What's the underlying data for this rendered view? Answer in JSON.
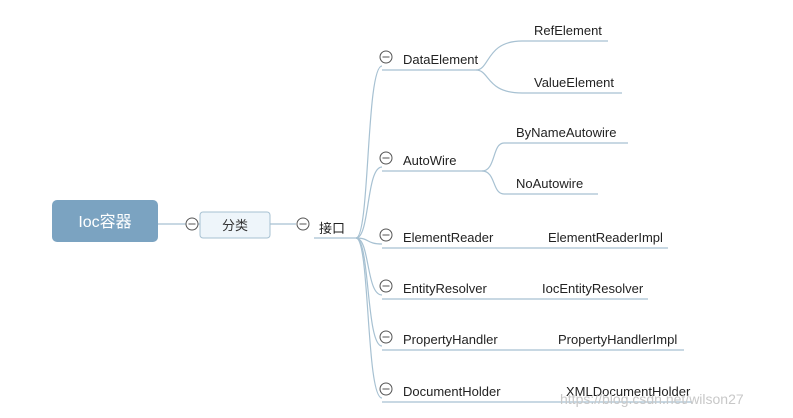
{
  "root": {
    "label": "Ioc容器",
    "color": "#7ba3c1"
  },
  "category": {
    "label": "分类",
    "fill": "#eef5fa",
    "border": "#a7c1d2"
  },
  "interface_group": {
    "label": "接口"
  },
  "branches": [
    {
      "label": "DataElement",
      "children": [
        "RefElement",
        "ValueElement"
      ]
    },
    {
      "label": "AutoWire",
      "children": [
        "ByNameAutowire",
        "NoAutowire"
      ]
    },
    {
      "label": "ElementReader",
      "children": [
        "ElementReaderImpl"
      ]
    },
    {
      "label": "EntityResolver",
      "children": [
        "IocEntityResolver"
      ]
    },
    {
      "label": "PropertyHandler",
      "children": [
        "PropertyHandlerImpl"
      ]
    },
    {
      "label": "DocumentHolder",
      "children": [
        "XMLDocumentHolder"
      ]
    }
  ],
  "watermark": "https://blog.csdn.net/wilson27",
  "line_color": "#a7c1d2"
}
